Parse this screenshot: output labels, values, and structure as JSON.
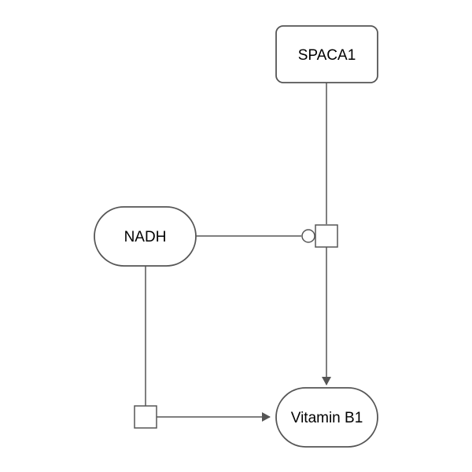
{
  "diagram": {
    "nodes": {
      "spaca1": {
        "label": "SPACA1",
        "shape": "rounded-rectangle",
        "kind": "macromolecule"
      },
      "nadh": {
        "label": "NADH",
        "shape": "stadium",
        "kind": "simple-chemical"
      },
      "vitamin_b1": {
        "label": "Vitamin B1",
        "shape": "stadium",
        "kind": "simple-chemical"
      }
    },
    "processes": {
      "p1": {
        "kind": "process"
      },
      "p2": {
        "kind": "process"
      }
    },
    "edges": [
      {
        "from": "spaca1",
        "to": "p1",
        "kind": "consumption"
      },
      {
        "from": "nadh",
        "to": "p1",
        "kind": "catalysis"
      },
      {
        "from": "p1",
        "to": "vitamin_b1",
        "kind": "production"
      },
      {
        "from": "nadh",
        "to": "p2",
        "kind": "consumption"
      },
      {
        "from": "p2",
        "to": "vitamin_b1",
        "kind": "production"
      }
    ],
    "colors": {
      "stroke": "#555555",
      "fill": "#ffffff",
      "text": "#000000"
    }
  }
}
